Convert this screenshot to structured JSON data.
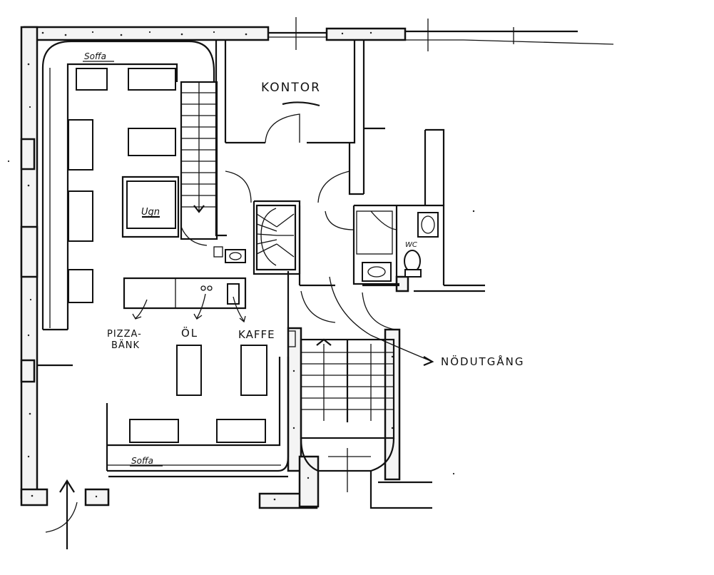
{
  "labels": {
    "sofa_top": "Soffa",
    "sofa_bottom": "Soffa",
    "office": "KONTOR",
    "oven": "Ugn",
    "toilet": "WC",
    "pizza_counter_line1": "PIZZA-",
    "pizza_counter_line2": "BÄNK",
    "beer": "ÖL",
    "coffee": "KAFFE",
    "emergency_exit": "NÖDUTGÅNG"
  },
  "colors": {
    "ink": "#111111",
    "wall_fill": "#f4f4f4",
    "paper": "#ffffff"
  }
}
